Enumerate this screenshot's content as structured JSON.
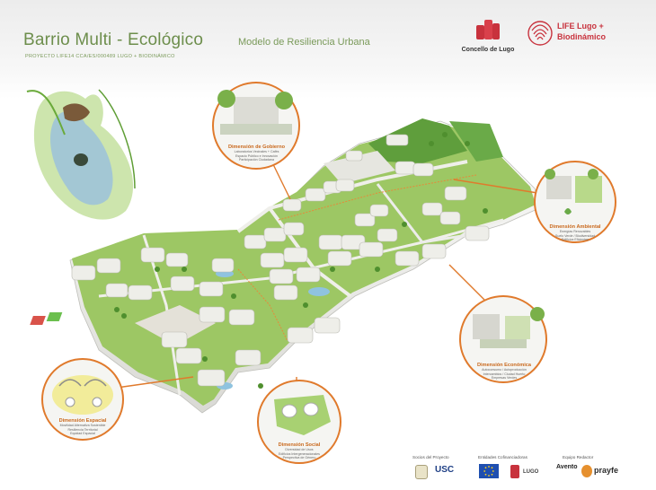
{
  "header": {
    "title": "Barrio Multi - Ecológico",
    "subtitle": "Modelo de Resiliencia Urbana",
    "project_code": "PROYECTO LIFE14 CCA/ES/000489 LUGO + BIODINÁMICO"
  },
  "logos": {
    "concello": "Concello de Lugo",
    "life_line1": "LIFE Lugo +",
    "life_line2": "Biodinámico"
  },
  "callouts": {
    "gobierno": {
      "title": "Dimensión de Gobierno",
      "lines": [
        "Laboratorios Vecinales + Cafés",
        "Espacio Público e Innovación",
        "Participación Ciudadana"
      ]
    },
    "ambiental": {
      "title": "Dimensión Ambiental",
      "lines": [
        "Energías Renovables",
        "Suelo Verde / Biodiversidad",
        "Edificios Eficientes"
      ]
    },
    "economica": {
      "title": "Dimensión Económica",
      "lines": [
        "Autoconsumo / Autoproducción",
        "Intercambios / Ciudad Huerto",
        "Empresas Verdes"
      ]
    },
    "espacial": {
      "title": "Dimensión Espacial",
      "lines": [
        "Movilidad Alternativa Sostenible",
        "Resiliencia Territorial",
        "Equidad Espacial"
      ]
    },
    "social": {
      "title": "Dimensión Social",
      "lines": [
        "Diversidad de Usos",
        "Edificios Intergeneracionales",
        "Perspectiva de Género"
      ]
    }
  },
  "footer": {
    "socios_label": "Socios del Proyecto",
    "entidades_label": "Entidades Cofinanciadoras",
    "equipo_label": "Equipo Redactor",
    "usc": "USC",
    "lugo": "LUGO",
    "avento": "Avento",
    "prayfe": "prayfe"
  },
  "colors": {
    "title_green": "#6d8e4c",
    "accent_orange": "#e07a2c",
    "brand_red": "#c8323d",
    "grass": "#8fbf5a",
    "building": "#e9e9e4"
  }
}
